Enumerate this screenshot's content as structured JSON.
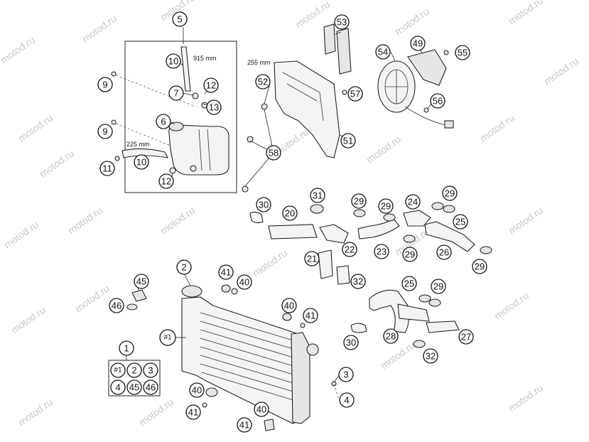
{
  "watermark": "motod.ru",
  "dimensions": {
    "hose_long": "915 mm",
    "hose_short": "225 mm",
    "shroud": "255 mm"
  },
  "callouts": {
    "c1": "1",
    "c2": "2",
    "c3": "3",
    "c4": "4",
    "c5": "5",
    "c6": "6",
    "c7": "7",
    "c9a": "9",
    "c9b": "9",
    "c10a": "10",
    "c10b": "10",
    "c11": "11",
    "c12a": "12",
    "c12b": "12",
    "c13": "13",
    "c20": "20",
    "c21": "21",
    "c22": "22",
    "c23": "23",
    "c24": "24",
    "c25a": "25",
    "c25b": "25",
    "c26": "26",
    "c27": "27",
    "c28": "28",
    "c29a": "29",
    "c29b": "29",
    "c29c": "29",
    "c29d": "29",
    "c29e": "29",
    "c29f": "29",
    "c30a": "30",
    "c30b": "30",
    "c31": "31",
    "c32a": "32",
    "c32b": "32",
    "c40a": "40",
    "c40b": "40",
    "c40c": "40",
    "c40d": "40",
    "c41a": "41",
    "c41b": "41",
    "c41c": "41",
    "c41d": "41",
    "c45": "45",
    "c46": "46",
    "c49": "49",
    "c51": "51",
    "c52": "52",
    "c53": "53",
    "c54": "54",
    "c55": "55",
    "c56": "56",
    "c57": "57",
    "c58": "58",
    "c_h1": "#1",
    "c4b": "4",
    "c3b": "3"
  },
  "kit": {
    "k1": "#1",
    "k2": "2",
    "k3": "3",
    "k4": "4",
    "k45": "45",
    "k46": "46"
  }
}
